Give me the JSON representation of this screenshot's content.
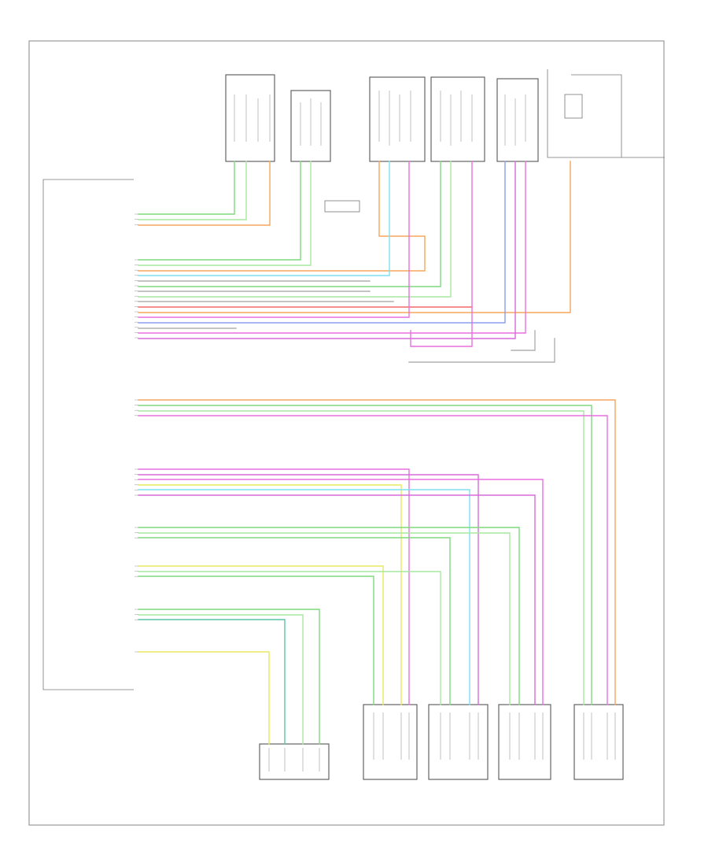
{
  "footer": {
    "code": ""
  },
  "colors": {
    "green": "#7ed87e",
    "lightgreen": "#a8e8a0",
    "orange": "#f5a65b",
    "red": "#f26a6a",
    "pink": "#e86fe0",
    "magenta": "#d56ad8",
    "cyan": "#7ee0f0",
    "yellow": "#e8e860",
    "blue": "#8a9df0",
    "gray": "#b0b0b0",
    "teal": "#5cc4a8"
  },
  "main_module": {
    "label_lines": [
      "",
      "",
      ""
    ],
    "groups": [
      {
        "rows": [
          "",
          "",
          ""
        ]
      },
      {
        "rows": [
          "",
          "",
          "",
          "",
          "",
          "",
          "",
          "",
          "",
          "",
          "",
          "",
          "",
          "",
          "",
          ""
        ]
      },
      {
        "rows": [
          "",
          "",
          "",
          ""
        ]
      },
      {
        "rows": [
          "",
          "",
          "",
          "",
          "",
          ""
        ]
      },
      {
        "rows": [
          "",
          "",
          ""
        ]
      },
      {
        "rows": [
          "",
          "",
          ""
        ]
      },
      {
        "rows": [
          "",
          "",
          ""
        ]
      },
      {
        "rows": [
          ""
        ]
      }
    ]
  },
  "top_components": [
    {
      "id": "c1",
      "label": ""
    },
    {
      "id": "c2",
      "label": ""
    },
    {
      "id": "c3",
      "label": ""
    },
    {
      "id": "c4",
      "label": ""
    },
    {
      "id": "c5",
      "label": ""
    },
    {
      "id": "c6",
      "label": ""
    }
  ],
  "bottom_components": [
    {
      "id": "b1",
      "label": ""
    },
    {
      "id": "b2",
      "label": ""
    },
    {
      "id": "b3",
      "label": ""
    },
    {
      "id": "b4",
      "label": ""
    },
    {
      "id": "b5",
      "label": ""
    }
  ]
}
